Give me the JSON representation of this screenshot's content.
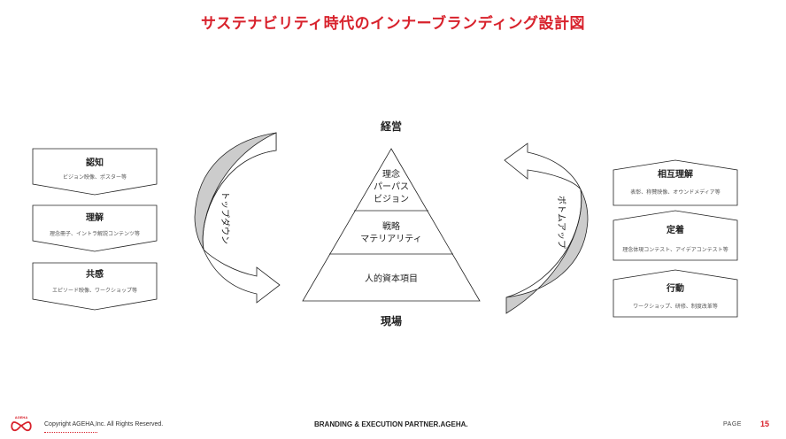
{
  "title": "サステナビリティ時代のインナーブランディング設計図",
  "left_boxes": [
    {
      "title": "認知",
      "desc": "ビジョン映像、ポスター等"
    },
    {
      "title": "理解",
      "desc": "理念冊子、イントラ解説コンテンツ等"
    },
    {
      "title": "共感",
      "desc": "エピソード映像、ワークショップ等"
    }
  ],
  "right_boxes": [
    {
      "title": "相互理解",
      "desc": "表彰、称賛映像、オウンドメディア等"
    },
    {
      "title": "定着",
      "desc": "理念体現コンテスト、アイデアコンテスト等"
    },
    {
      "title": "行動",
      "desc": "ワークショップ、研修、制度改革等"
    }
  ],
  "pyramid": {
    "top_label": "経営",
    "bottom_label": "現場",
    "tiers": [
      {
        "lines": [
          "理念",
          "パーパス",
          "ビジョン"
        ]
      },
      {
        "lines": [
          "戦略",
          "マテリアリティ"
        ]
      },
      {
        "lines": [
          "人的資本項目"
        ]
      }
    ]
  },
  "arrows": {
    "left_label": "トップダウン",
    "right_label": "ボトムアップ"
  },
  "footer": {
    "logo_text": "AGEHA",
    "copyright": "Copyright AGEHA,Inc. All Rights Reserved.",
    "center": "BRANDING & EXECUTION PARTNER.AGEHA.",
    "page_label": "PAGE",
    "page_number": "15"
  },
  "colors": {
    "accent": "#d8222c",
    "arrow_fill": "#cccccc",
    "stroke": "#222222"
  }
}
